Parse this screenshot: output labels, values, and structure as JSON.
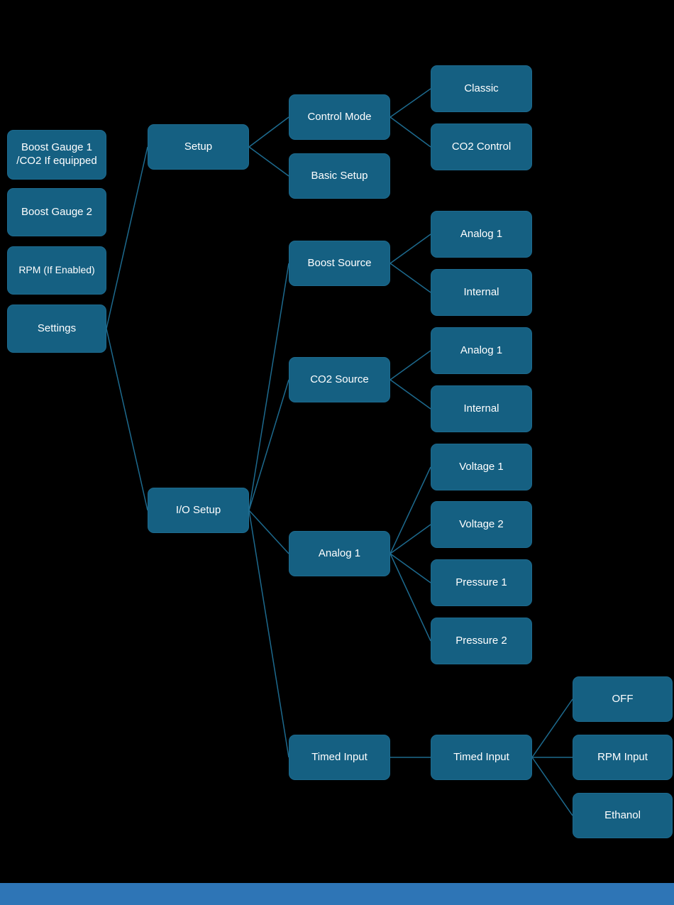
{
  "diagram": {
    "title": "Menu structure tree",
    "colors": {
      "background": "#000000",
      "node_fill": "#156082",
      "node_text": "#ffffff",
      "connector": "#1d6a8e",
      "bottom_bar": "#2e75b6"
    },
    "nodes": {
      "boost_gauge_1": "Boost Gauge 1 /CO2 If equipped",
      "boost_gauge_2": "Boost Gauge 2",
      "rpm_if_enabled": "RPM (If Enabled)",
      "settings": "Settings",
      "setup": "Setup",
      "io_setup": "I/O Setup",
      "control_mode": "Control Mode",
      "basic_setup": "Basic Setup",
      "boost_source": "Boost Source",
      "co2_source": "CO2 Source",
      "analog_1": "Analog 1",
      "timed_input": "Timed Input",
      "classic": "Classic",
      "co2_control": "CO2 Control",
      "boost_source_analog_1": "Analog 1",
      "boost_source_internal": "Internal",
      "co2_source_analog_1": "Analog 1",
      "co2_source_internal": "Internal",
      "voltage_1": "Voltage 1",
      "voltage_2": "Voltage 2",
      "pressure_1": "Pressure 1",
      "pressure_2": "Pressure 2",
      "timed_input_2": "Timed Input",
      "off": "OFF",
      "rpm_input": "RPM Input",
      "ethanol": "Ethanol"
    },
    "edges": [
      [
        "settings",
        "setup"
      ],
      [
        "settings",
        "io_setup"
      ],
      [
        "setup",
        "control_mode"
      ],
      [
        "setup",
        "basic_setup"
      ],
      [
        "control_mode",
        "classic"
      ],
      [
        "control_mode",
        "co2_control"
      ],
      [
        "io_setup",
        "boost_source"
      ],
      [
        "io_setup",
        "co2_source"
      ],
      [
        "io_setup",
        "analog_1"
      ],
      [
        "io_setup",
        "timed_input"
      ],
      [
        "boost_source",
        "boost_source_analog_1"
      ],
      [
        "boost_source",
        "boost_source_internal"
      ],
      [
        "co2_source",
        "co2_source_analog_1"
      ],
      [
        "co2_source",
        "co2_source_internal"
      ],
      [
        "analog_1",
        "voltage_1"
      ],
      [
        "analog_1",
        "voltage_2"
      ],
      [
        "analog_1",
        "pressure_1"
      ],
      [
        "analog_1",
        "pressure_2"
      ],
      [
        "timed_input",
        "timed_input_2"
      ],
      [
        "timed_input_2",
        "off"
      ],
      [
        "timed_input_2",
        "rpm_input"
      ],
      [
        "timed_input_2",
        "ethanol"
      ]
    ]
  }
}
